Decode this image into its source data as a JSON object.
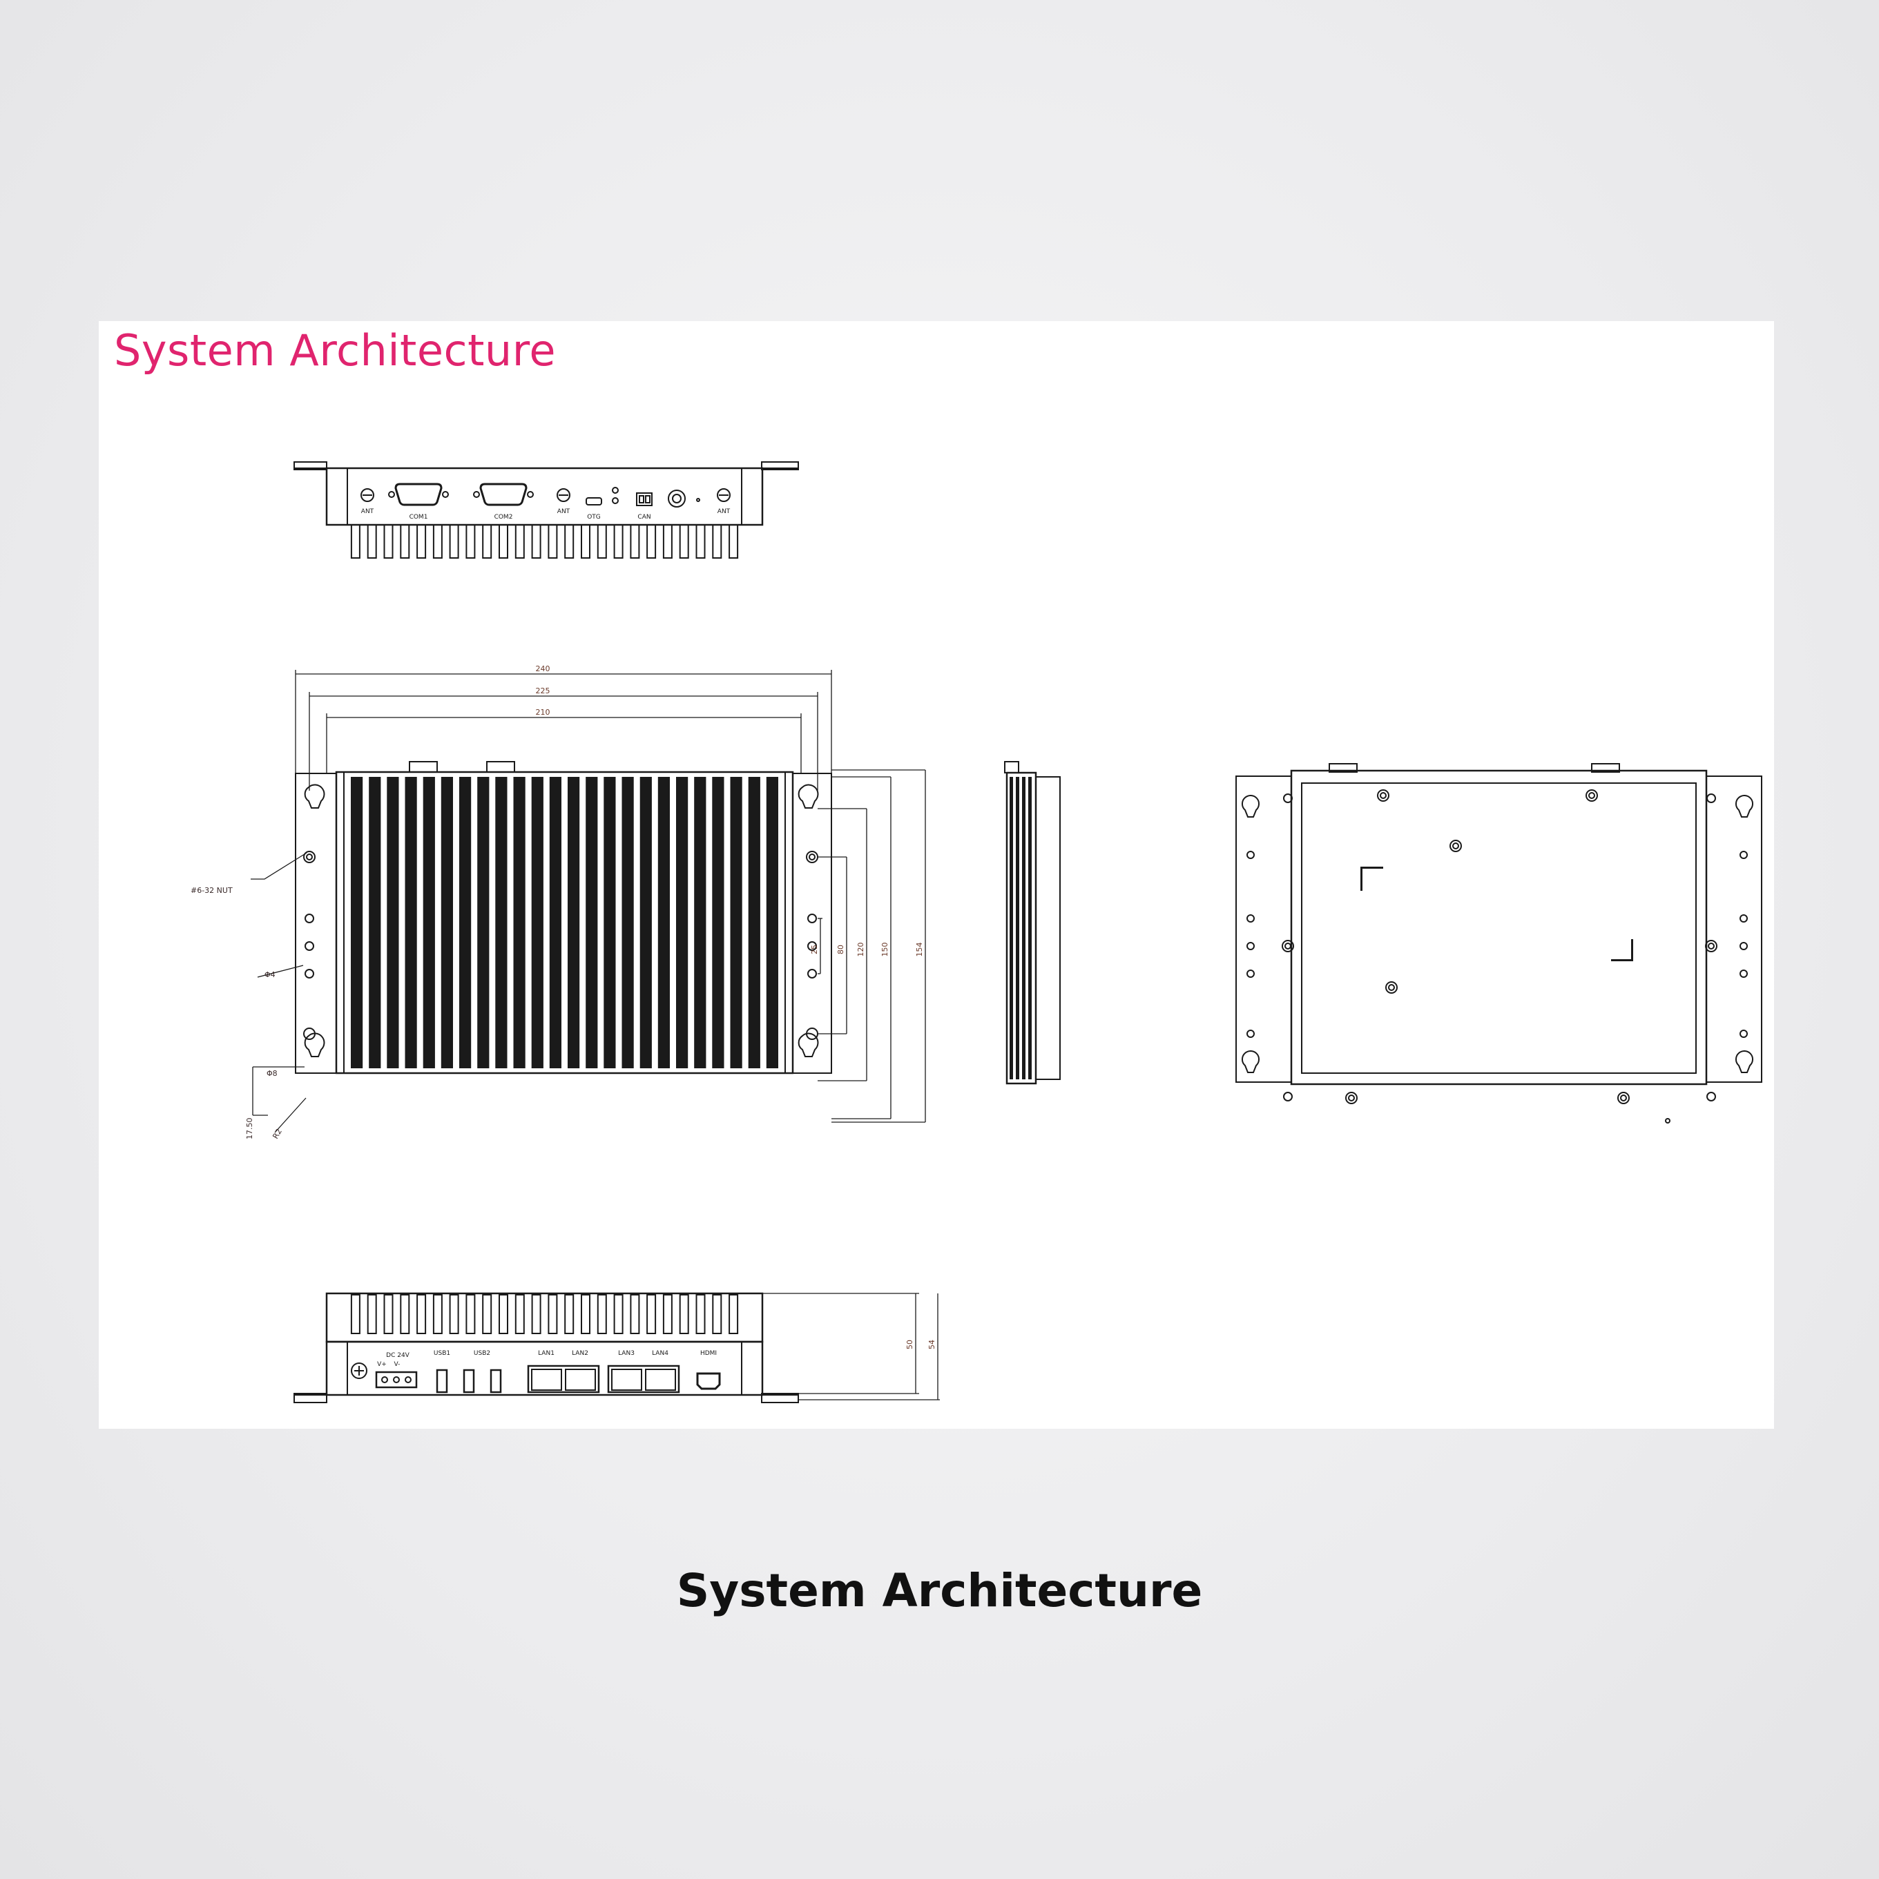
{
  "header": {
    "title": "System Architecture"
  },
  "caption": {
    "text": "System Architecture"
  },
  "colors": {
    "accent": "#e0246e",
    "line": "#1a1a1a",
    "dimension": "#6a3a2a"
  },
  "front_panel": {
    "labels": [
      "ANT",
      "COM1",
      "COM2",
      "ANT",
      "OTG",
      "CAN",
      "ANT"
    ]
  },
  "rear_panel": {
    "labels": [
      "DC 24V",
      "V+",
      "V-",
      "USB1",
      "USB2",
      "LAN1",
      "LAN2",
      "LAN3",
      "LAN4",
      "HDMI"
    ]
  },
  "top_view": {
    "dims_horizontal": [
      "240",
      "225",
      "210"
    ],
    "dims_vertical": [
      "25",
      "80",
      "120",
      "150",
      "154"
    ],
    "nut_label": "#6-32 NUT",
    "hole_label_1": "Φ4",
    "hole_label_2": "Φ8",
    "offset_label": "17.50",
    "radius_label": "R2"
  },
  "rear_view": {
    "dims_vertical": [
      "50",
      "54"
    ]
  }
}
